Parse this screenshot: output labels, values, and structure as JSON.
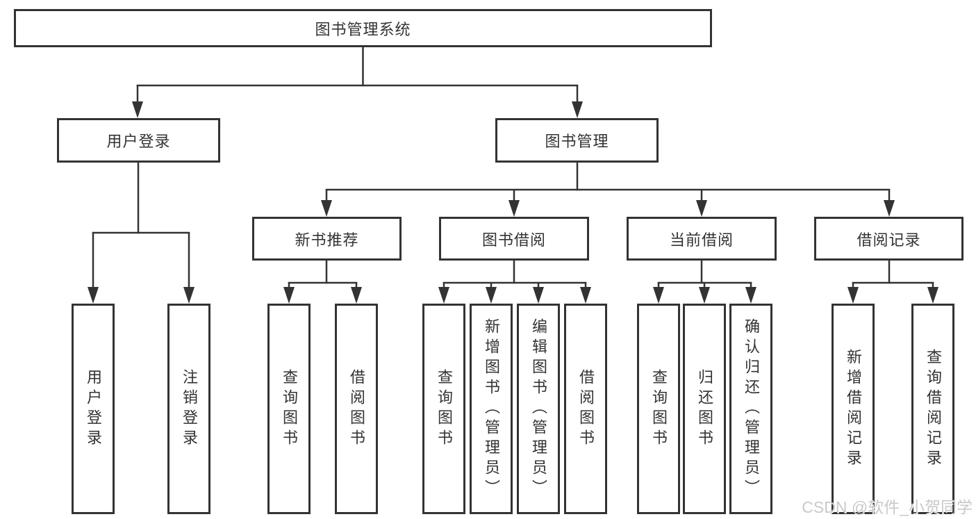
{
  "diagram": {
    "type": "hierarchy-tree",
    "background_color": "#ffffff",
    "stroke_color": "#333333",
    "watermark": {
      "text": "CSDN @软件_小贺同学",
      "color": "#c9c9c9"
    }
  },
  "tree": {
    "label": "图书管理系统",
    "children": [
      {
        "label": "用户登录",
        "children": [
          {
            "label": "用户登录"
          },
          {
            "label": "注销登录"
          }
        ]
      },
      {
        "label": "图书管理",
        "children": [
          {
            "label": "新书推荐",
            "children": [
              {
                "label": "查询图书"
              },
              {
                "label": "借阅图书"
              }
            ]
          },
          {
            "label": "图书借阅",
            "children": [
              {
                "label": "查询图书"
              },
              {
                "label": "新增图书（管理员）"
              },
              {
                "label": "编辑图书（管理员）"
              },
              {
                "label": "借阅图书"
              }
            ]
          },
          {
            "label": "当前借阅",
            "children": [
              {
                "label": "查询图书"
              },
              {
                "label": "归还图书"
              },
              {
                "label": "确认归还（管理员）"
              }
            ]
          },
          {
            "label": "借阅记录",
            "children": [
              {
                "label": "新增借阅记录"
              },
              {
                "label": "查询借阅记录"
              }
            ]
          }
        ]
      }
    ]
  }
}
